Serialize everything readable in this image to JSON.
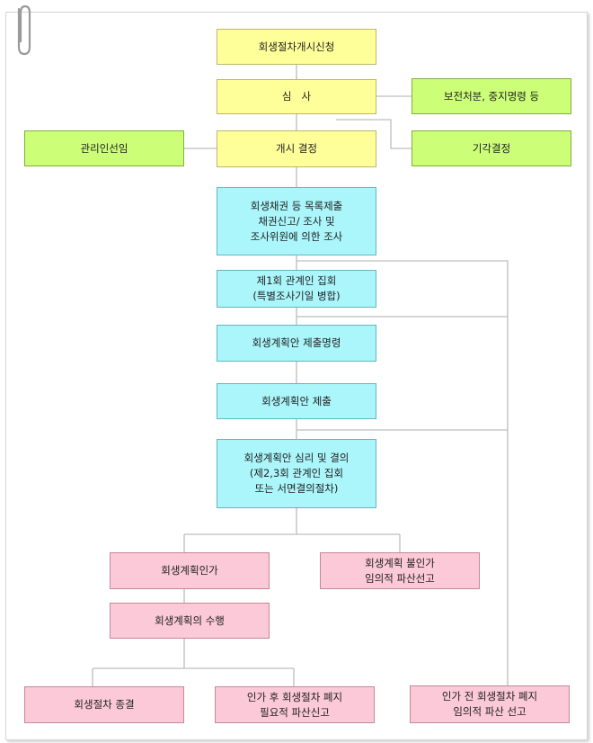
{
  "nodes": {
    "apply": "회생절차개시신청",
    "review": "심   사",
    "preservation": "보전처분, 중지명령 등",
    "trustee": "관리인선임",
    "start_decision": "개시 결정",
    "dismissal": "기각결정",
    "claims": "회생채권 등 목록제출\n채권신고/ 조사 및\n조사위원에 의한 조사",
    "first_meeting": "제1회 관계인 집회\n(특별조사기일 병합)",
    "plan_order": "회생계획안 제출명령",
    "plan_submit": "회생계획안 제출",
    "plan_hearing": "회생계획안 심리 및 결의\n(제2,3회 관계인 집회\n또는 서면결의절차)",
    "approval": "회생계획인가",
    "non_approval": "회생계획 불인가\n임의적 파산선고",
    "execution": "회생계획의 수행",
    "termination": "회생절차 종결",
    "post_abolition": "인가 후 회생절차 폐지\n필요적 파산신고",
    "pre_abolition": "인가 전 회생절차 폐지\n임의적 파산 선고"
  },
  "colors": {
    "procedure_start": "#ffff99",
    "side_outcome": "#ccff77",
    "process_step": "#aaf6fb",
    "final_outcome": "#fbc9d8",
    "connector": "#bdbdbd"
  }
}
